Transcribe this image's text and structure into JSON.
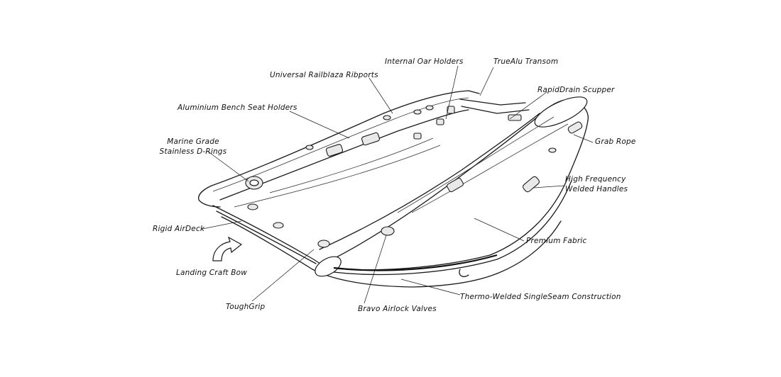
{
  "labels": {
    "internal_oar_holders": "Internal Oar Holders",
    "truealu_transom": "TrueAlu Transom",
    "universal_railblaza_ribports": "Universal Railblaza Ribports",
    "rapiddrain_scupper": "RapidDrain Scupper",
    "aluminium_bench_seat_holders": "Aluminium Bench Seat Holders",
    "grab_rope": "Grab Rope",
    "marine_grade_line1": "Marine Grade",
    "marine_grade_line2": "Stainless D-Rings",
    "high_frequency_line1": "High Frequency",
    "high_frequency_line2": "Welded Handles",
    "rigid_airdeck": "Rigid AirDeck",
    "premium_fabric": "Premium Fabric",
    "landing_craft_bow": "Landing Craft Bow",
    "toughgrip": "ToughGrip",
    "bravo_airlock_valves": "Bravo Airlock Valves",
    "thermo_welded": "Thermo-Welded SingleSeam Construction"
  }
}
